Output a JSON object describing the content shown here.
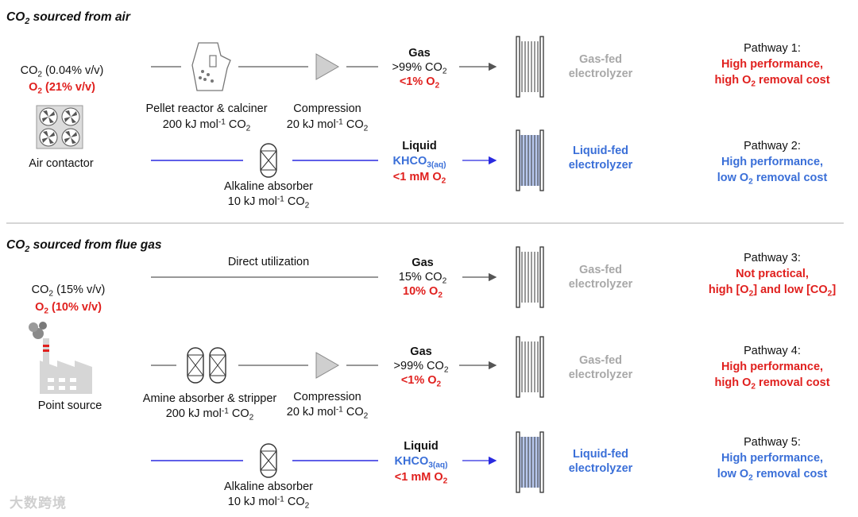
{
  "colors": {
    "red": "#e0201e",
    "blue": "#3a6fd8",
    "gray": "#a8a8a8",
    "line_blue": "#2a2ae0",
    "electrolyzer_blue": "#b8c8ee"
  },
  "air": {
    "title_pre": "CO",
    "title_sub": "2",
    "title_post": " sourced from air",
    "co2_pre": "CO",
    "co2_sub": "2",
    "co2_post": " (0.04% v/v)",
    "o2_pre": "O",
    "o2_sub": "2",
    "o2_post": " (21% v/v)",
    "contactor_label": "Air contactor",
    "pellet_line1": "Pellet reactor & calciner",
    "pellet_energy": "200 kJ mol",
    "pellet_sup": "-1",
    "pellet_unit": " CO",
    "pellet_sub": "2",
    "comp_line1": "Compression",
    "comp_energy": "20 kJ mol",
    "comp_sup": "-1",
    "comp_unit": " CO",
    "comp_sub": "2",
    "abs_line1": "Alkaline absorber",
    "abs_energy": "10 kJ mol",
    "abs_sup": "-1",
    "abs_unit": " CO",
    "abs_sub": "2"
  },
  "flue": {
    "title_pre": "CO",
    "title_sub": "2",
    "title_post": " sourced from flue gas",
    "co2_pre": "CO",
    "co2_sub": "2",
    "co2_post": " (15% v/v)",
    "o2_pre": "O",
    "o2_sub": "2",
    "o2_post": " (10% v/v)",
    "source_label": "Point source",
    "direct_label": "Direct utilization",
    "amine_line1": "Amine absorber & stripper",
    "amine_energy": "200 kJ mol",
    "amine_sup": "-1",
    "amine_unit": " CO",
    "amine_sub": "2",
    "comp_line1": "Compression",
    "comp_energy": "20 kJ mol",
    "comp_sup": "-1",
    "comp_unit": " CO",
    "comp_sub": "2",
    "abs_line1": "Alkaline absorber",
    "abs_energy": "10 kJ mol",
    "abs_sup": "-1",
    "abs_unit": " CO",
    "abs_sub": "2"
  },
  "streams": {
    "gas_label": "Gas",
    "liquid_label": "Liquid",
    "co2_99_pre": ">99% CO",
    "co2_sub": "2",
    "co2_15_pre": "15% CO",
    "o2_lt1_pre": "<1% O",
    "o2_sub": "2",
    "o2_10_pre": "10% O",
    "khco3_pre": "KHCO",
    "khco3_sub": "3(aq)",
    "o2_mm_pre": "<1 mM O"
  },
  "electrolyzers": {
    "gas_line1": "Gas-fed",
    "gas_line2": "electrolyzer",
    "liquid_line1": "Liquid-fed",
    "liquid_line2": "electrolyzer"
  },
  "pathways": {
    "p1_title": "Pathway 1:",
    "p1_line1": "High performance,",
    "p1_line2_pre": "high O",
    "p1_line2_sub": "2",
    "p1_line2_post": " removal cost",
    "p2_title": "Pathway 2:",
    "p2_line1": "High performance,",
    "p2_line2_pre": "low O",
    "p2_line2_sub": "2",
    "p2_line2_post": " removal cost",
    "p3_title": "Pathway 3:",
    "p3_line1": "Not practical,",
    "p3_line2_pre": "high [O",
    "p3_line2_sub": "2",
    "p3_line2_mid": "] and low [CO",
    "p3_line2_sub2": "2",
    "p3_line2_post": "]",
    "p4_title": "Pathway 4:",
    "p4_line1": "High performance,",
    "p4_line2_pre": "high O",
    "p4_line2_sub": "2",
    "p4_line2_post": " removal cost",
    "p5_title": "Pathway 5:",
    "p5_line1": "High performance,",
    "p5_line2_pre": "low O",
    "p5_line2_sub": "2",
    "p5_line2_post": " removal cost"
  },
  "watermark": "大数跨境"
}
